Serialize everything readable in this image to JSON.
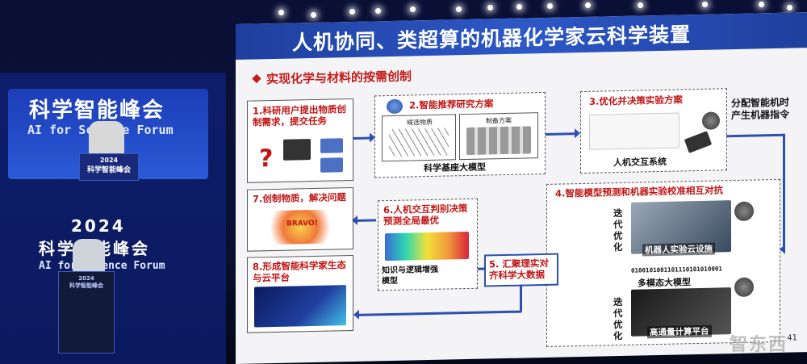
{
  "banner": {
    "name": "科学智能峰会",
    "forum": "AI for Science Forum",
    "year": "2024"
  },
  "podium": {
    "year": "2024",
    "name": "科学智能峰会"
  },
  "podium2": {
    "year": "2024",
    "name": "科学智能峰会"
  },
  "slide": {
    "title": "人机协同、类超算的机器化学家云科学装置",
    "subtitle": "实现化学与材料的按需创制",
    "page": "41"
  },
  "steps": {
    "s1": "1.科研用户提出物质创制需求，提交任务",
    "s2": "2.智能推荐研究方案",
    "s2_left": "候选物质",
    "s2_right": "制备方案",
    "s2_caption": "科学基座大模型",
    "s3": "3.优化并决策实验方案",
    "s3_caption": "人机交互系统",
    "s4": "4.智能模型预测和机器实验校准相互对抗",
    "s4_robot": "机器人实验云设施",
    "s4_model": "多模态大模型",
    "s4_compute": "高通量计算平台",
    "s4_binary": "0100101001101110101010001",
    "s4_iter1": "迭代优化",
    "s4_iter2": "迭代优化",
    "s5": "5. 汇聚理实对齐科学大数据",
    "s6": "6.人机交互判别决策预测全局最优",
    "s6_caption": "知识与逻辑增强模型",
    "s7": "7.创制物质，解决问题",
    "s7_bravo": "BRAVO!",
    "s8": "8.形成智能科学家生态与云平台",
    "side_note": "分配智能机时产生机器指令"
  },
  "watermark": "智东西",
  "colors": {
    "accent_blue": "#2d4fb0",
    "step_red": "#c01515",
    "header_blue": "#1f3f9e"
  }
}
